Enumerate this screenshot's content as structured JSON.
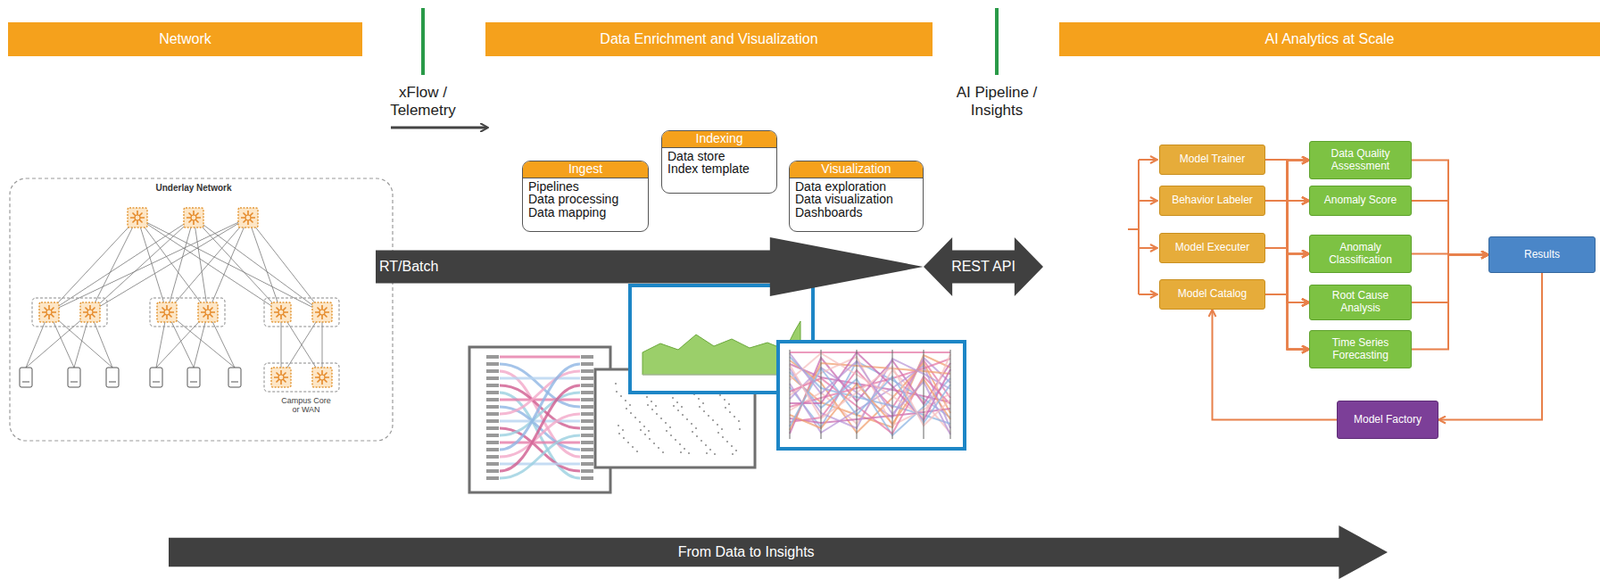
{
  "diagram": {
    "nodes": [
      {
        "text": [
          "Network"
        ]
      },
      {
        "text": [
          "Data Enrichment and Visualization"
        ]
      },
      {
        "text": [
          "AI Analytics at Scale"
        ]
      },
      {
        "text": [
          "Ingest",
          "Pipelines",
          "Data processing",
          "Data mapping"
        ]
      },
      {
        "text": [
          "Indexing",
          "Data store",
          "Index template"
        ]
      },
      {
        "text": [
          "Visualization",
          "Data exploration",
          "Data visualization",
          "Dashboards"
        ]
      },
      {
        "text": [
          "Model Trainer"
        ]
      },
      {
        "text": [
          "Behavior Labeler"
        ]
      },
      {
        "text": [
          "Model Executer"
        ]
      },
      {
        "text": [
          "Model Catalog"
        ]
      },
      {
        "text": [
          "Data Quality Assessment"
        ]
      },
      {
        "text": [
          "Anomaly Score"
        ]
      },
      {
        "text": [
          "Anomaly Classification"
        ]
      },
      {
        "text": [
          "Root Cause Analysis"
        ]
      },
      {
        "text": [
          "Time Series Forecasting"
        ]
      },
      {
        "text": [
          "Results"
        ]
      },
      {
        "text": [
          "Model Factory"
        ]
      },
      {
        "text": [
          "RT/Batch"
        ]
      },
      {
        "text": [
          "REST API"
        ]
      },
      {
        "text": [
          "From Data to Insights"
        ]
      }
    ],
    "edges": [
      {
        "from": 6,
        "to": 10,
        "arrow": "to"
      },
      {
        "from": 6,
        "to": 11,
        "arrow": "to"
      },
      {
        "from": 6,
        "to": 12,
        "arrow": "to"
      },
      {
        "from": 6,
        "to": 13,
        "arrow": "to"
      },
      {
        "from": 6,
        "to": 14,
        "arrow": "to"
      },
      {
        "from": 7,
        "to": 10,
        "arrow": "to"
      },
      {
        "from": 7,
        "to": 11,
        "arrow": "to"
      },
      {
        "from": 7,
        "to": 12,
        "arrow": "to"
      },
      {
        "from": 7,
        "to": 13,
        "arrow": "to"
      },
      {
        "from": 7,
        "to": 14,
        "arrow": "to"
      },
      {
        "from": 8,
        "to": 10,
        "arrow": "to"
      },
      {
        "from": 8,
        "to": 11,
        "arrow": "to"
      },
      {
        "from": 8,
        "to": 12,
        "arrow": "to"
      },
      {
        "from": 8,
        "to": 13,
        "arrow": "to"
      },
      {
        "from": 8,
        "to": 14,
        "arrow": "to"
      },
      {
        "from": 9,
        "to": 10,
        "arrow": "to"
      },
      {
        "from": 9,
        "to": 11,
        "arrow": "to"
      },
      {
        "from": 9,
        "to": 12,
        "arrow": "to"
      },
      {
        "from": 9,
        "to": 13,
        "arrow": "to"
      },
      {
        "from": 9,
        "to": 14,
        "arrow": "to"
      },
      {
        "from": 10,
        "to": 15,
        "arrow": "to"
      },
      {
        "from": 11,
        "to": 15,
        "arrow": "to"
      },
      {
        "from": 12,
        "to": 15,
        "arrow": "to"
      },
      {
        "from": 13,
        "to": 15,
        "arrow": "to"
      },
      {
        "from": 14,
        "to": 15,
        "arrow": "to"
      },
      {
        "from": 15,
        "to": 16,
        "arrow": "to"
      },
      {
        "from": 16,
        "to": 9,
        "arrow": "to"
      }
    ],
    "labels": [
      "xFlow / Telemetry",
      "AI Pipeline / Insights",
      "Underlay Network",
      "Campus Core or WAN"
    ]
  }
}
